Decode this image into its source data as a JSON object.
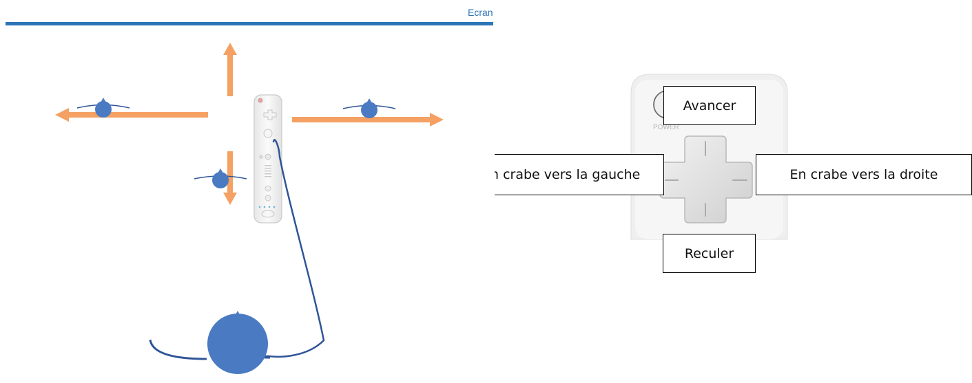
{
  "screen_label": "Ecran",
  "buttons": {
    "forward": "Avancer",
    "back": "Reculer",
    "left": "En crabe vers la gauche",
    "right": "En crabe vers la droite"
  },
  "remote_power_label": "POWER",
  "colors": {
    "screen_line": "#2e75b6",
    "arrow": "#f4a163",
    "figure": "#4a7ac2",
    "cord": "#2f5597"
  }
}
